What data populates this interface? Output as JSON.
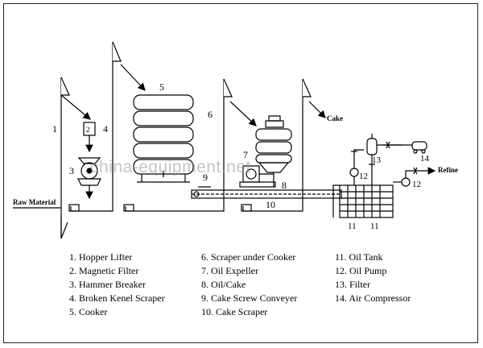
{
  "diagram": {
    "labels": {
      "raw_material": "Raw Material",
      "cake": "Cake",
      "refine": "Refine",
      "n1": "1",
      "n2": "2",
      "n3": "3",
      "n4": "4",
      "n5": "5",
      "n6": "6",
      "n7": "7",
      "n8": "8",
      "n9": "9",
      "n10": "10",
      "n11a": "11",
      "n11b": "11",
      "n12a": "12",
      "n12b": "12",
      "n13": "13",
      "n14": "14"
    },
    "watermark": "china-equipment.net"
  },
  "legend": {
    "col1": [
      "1. Hopper Lifter",
      "2. Magnetic Filter",
      "3. Hammer Breaker",
      "4. Broken Kenel Scraper",
      "5. Cooker"
    ],
    "col2": [
      "6. Scraper under Cooker",
      "7. Oil Expeller",
      "8. Oil/Cake",
      "9. Cake Screw Conveyer",
      "10. Cake Scraper"
    ],
    "col3": [
      "11. Oil Tank",
      "12. Oil Pump",
      "13. Filter",
      "14. Air Compressor"
    ]
  }
}
